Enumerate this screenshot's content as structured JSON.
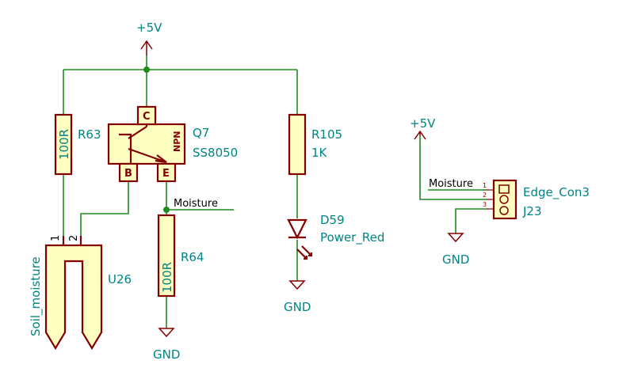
{
  "power": {
    "vcc_main": "+5V",
    "vcc_conn": "+5V",
    "gnd_r64": "GND",
    "gnd_d59": "GND",
    "gnd_conn": "GND"
  },
  "components": {
    "r63": {
      "ref": "R63",
      "value": "100R"
    },
    "r64": {
      "ref": "R64",
      "value": "100R"
    },
    "r105": {
      "ref": "R105",
      "value": "1K"
    },
    "q7": {
      "ref": "Q7",
      "value": "SS8050",
      "type": "NPN",
      "pin_c": "C",
      "pin_b": "B",
      "pin_e": "E"
    },
    "d59": {
      "ref": "D59",
      "value": "Power_Red"
    },
    "u26": {
      "ref": "U26",
      "value": "Soil_moisture",
      "pin1": "1",
      "pin2": "2"
    },
    "j23": {
      "ref": "J23",
      "value": "Edge_Con3",
      "pin1": "1",
      "pin2": "2",
      "pin3": "3"
    }
  },
  "nets": {
    "moisture_q7": "Moisture",
    "moisture_conn": "Moisture"
  },
  "colors": {
    "wire": "#1e8c1e",
    "component": "#840000",
    "body_fill": "#ffffc2",
    "label": "#008484",
    "net_label": "#000000"
  }
}
